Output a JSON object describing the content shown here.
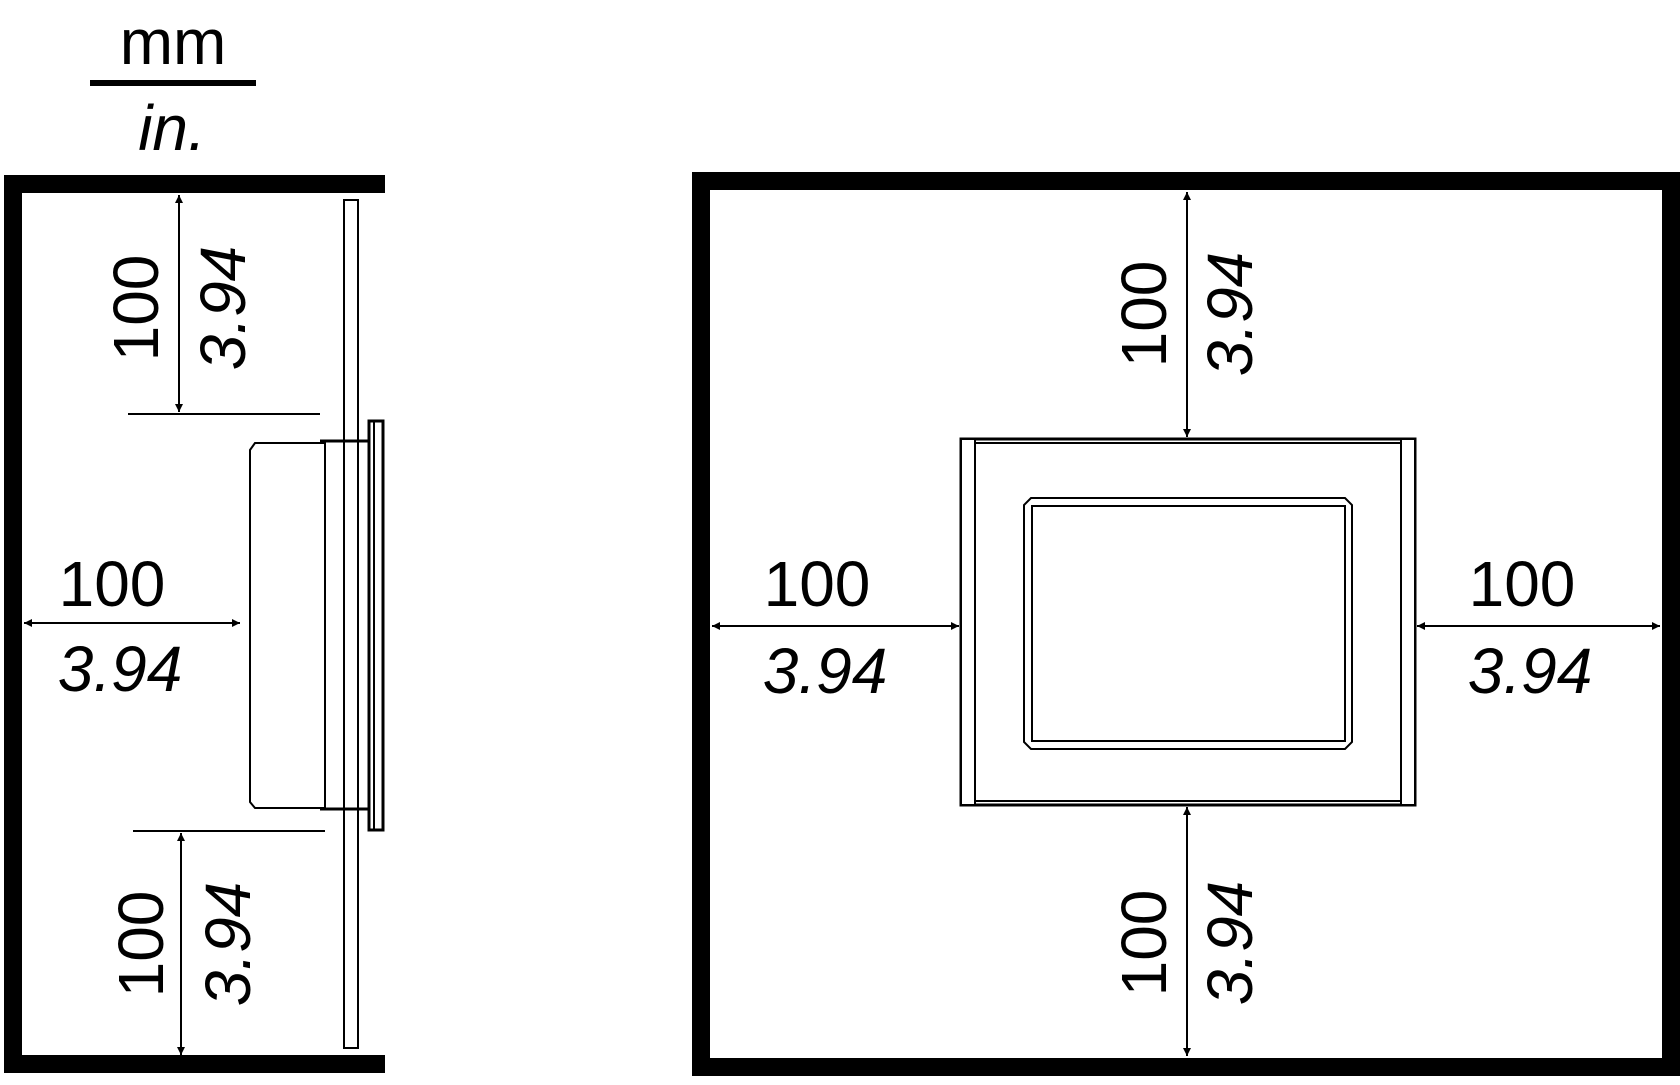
{
  "units": {
    "primary": "mm",
    "secondary": "in."
  },
  "side_view": {
    "top_clearance": {
      "mm": "100",
      "in": "3.94"
    },
    "rear_clearance": {
      "mm": "100",
      "in": "3.94"
    },
    "bottom_clearance": {
      "mm": "100",
      "in": "3.94"
    }
  },
  "front_view": {
    "top_clearance": {
      "mm": "100",
      "in": "3.94"
    },
    "left_clearance": {
      "mm": "100",
      "in": "3.94"
    },
    "right_clearance": {
      "mm": "100",
      "in": "3.94"
    },
    "bottom_clearance": {
      "mm": "100",
      "in": "3.94"
    }
  },
  "colors": {
    "line": "#000000",
    "background": "#ffffff"
  }
}
